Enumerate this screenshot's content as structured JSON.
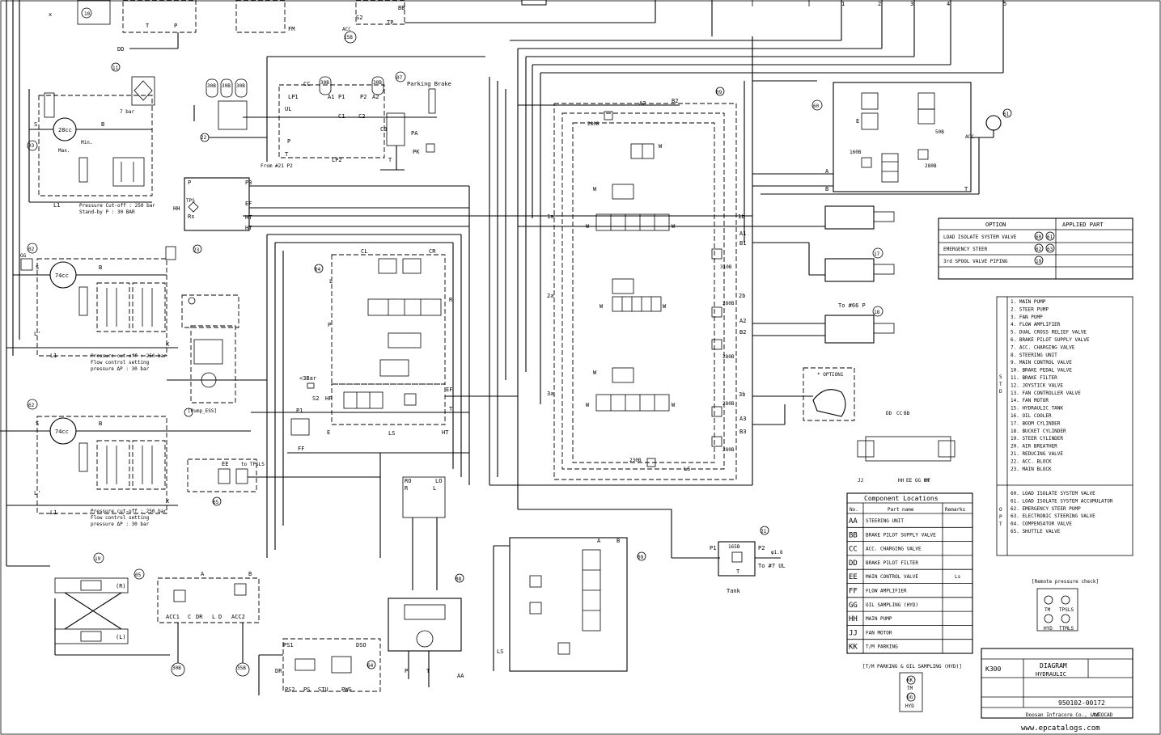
{
  "option_table": {
    "headers": [
      "OPTION",
      "APPLIED PART"
    ],
    "rows": [
      {
        "option": "LOAD ISOLATE SYSTEM VALVE",
        "parts": [
          "60",
          "61"
        ]
      },
      {
        "option": "EMERGENCY STEER",
        "parts": [
          "62",
          "63"
        ]
      },
      {
        "option": "3rd SPOOL VALVE PIPING",
        "parts": [
          "19"
        ]
      }
    ]
  },
  "std_label": "S T D",
  "std_list": [
    "1. MAIN PUMP",
    "2. STEER PUMP",
    "3. FAN PUMP",
    "4. FLOW AMPLIFIER",
    "5. DUAL CROSS RELIEF VALVE",
    "6. BRAKE PILOT SUPPLY VALVE",
    "7. ACC. CHARGING VALVE",
    "8. STEERING UNIT",
    "9. MAIN CONTROL VALVE",
    "10. BRAKE PEDAL VALVE",
    "11. BRAKE FILTER",
    "12. JOYSTICK VALVE",
    "13. FAN CONTROLLER VALVE",
    "14. FAN MOTOR",
    "15. HYDRAULIC TANK",
    "16. OIL COOLER",
    "17. BOOM CYLINDER",
    "18. BUCKET CYLINDER",
    "19. STEER CYLINDER",
    "20. AIR BREATHER",
    "21. REDUCING VALVE",
    "22. ACC. BLOCK",
    "23. MAIN BLOCK"
  ],
  "opt_label": "O P T",
  "opt_list": [
    "60. LOAD ISOLATE SYSTEM VALVE",
    "61. LOAD ISOLATE SYSTEM ACCUMULATOR",
    "62. EMERGENCY STEER PUMP",
    "63. ELECTRONIC STEERING VALVE",
    "64. COMPENSATOR VALVE",
    "65. SHUTTLE VALVE"
  ],
  "component_locations": {
    "title": "Component Locations",
    "headers": [
      "No.",
      "Part name",
      "Remarks"
    ],
    "rows": [
      {
        "no": "AA",
        "name": "STEERING UNIT",
        "remarks": ""
      },
      {
        "no": "BB",
        "name": "BRAKE PILOT SUPPLY VALVE",
        "remarks": ""
      },
      {
        "no": "CC",
        "name": "ACC. CHARGING VALVE",
        "remarks": ""
      },
      {
        "no": "DD",
        "name": "BRAKE PILOT FILTER",
        "remarks": ""
      },
      {
        "no": "EE",
        "name": "MAIN CONTROL VALVE",
        "remarks": "Ls"
      },
      {
        "no": "FF",
        "name": "FLOW AMPLIFIER",
        "remarks": ""
      },
      {
        "no": "GG",
        "name": "OIL SAMPLING (HYD)",
        "remarks": ""
      },
      {
        "no": "HH",
        "name": "MAIN PUMP",
        "remarks": ""
      },
      {
        "no": "JJ",
        "name": "FAN MOTOR",
        "remarks": ""
      },
      {
        "no": "KK",
        "name": "T/M PARKING",
        "remarks": ""
      }
    ]
  },
  "remote_check": {
    "title": "[Remote pressure check]",
    "ports": [
      "TM",
      "TPSLS",
      "HYD",
      "TTMLS"
    ]
  },
  "tm_parking": {
    "title": "[T/M PARKING & OIL SAMPLING (HYD)]",
    "items": [
      {
        "code": "KK",
        "label": "TM"
      },
      {
        "code": "GG",
        "label": "HYD"
      }
    ]
  },
  "title_block": {
    "model": "K300",
    "doc_type": "DIAGRAM",
    "subject": "HYDRAULIC",
    "number": "950102-00172",
    "company": "Doosan Infracore Co., Ltd.",
    "cad": "AUTOCAD"
  },
  "watermark": "www.epcatalogs.com",
  "pump_notes": [
    [
      "Pressure Cut-off : 250 bar",
      "Stand-by P : 30 BAR"
    ],
    [
      "Pressure cut-off : 250 bar",
      "Flow control setting",
      "pressure ΔP : 30 bar"
    ],
    [
      "Pressure cut-off : 250 bar",
      "Flow control setting",
      "pressure ΔP : 30 bar"
    ]
  ],
  "pumps": [
    {
      "id": "03",
      "disp": "28cc"
    },
    {
      "id": "02",
      "disp": "74cc"
    },
    {
      "id": "62",
      "disp": "74cc"
    }
  ],
  "option1_label": "* OPTION1",
  "labels": {
    "parking_brake": "Parking Brake",
    "from_p2": "From #21 P2",
    "to_p": "To #66 P",
    "tank": "Tank",
    "to_ul": "To #7 UL",
    "lt3bar": "<3Bar",
    "pump_ess": "[Pump_ESS]",
    "main_bar": "7 bar",
    "rclose": "(R)",
    "lclose": "(L)",
    "v310b": "310B",
    "v280b": "280B",
    "v230b": "230B",
    "v165b": "165B",
    "v160b": "160B",
    "v50b": "50B",
    "dia18": "φ1.8"
  },
  "top_numbers": [
    "1",
    "2",
    "3",
    "4",
    "5"
  ]
}
